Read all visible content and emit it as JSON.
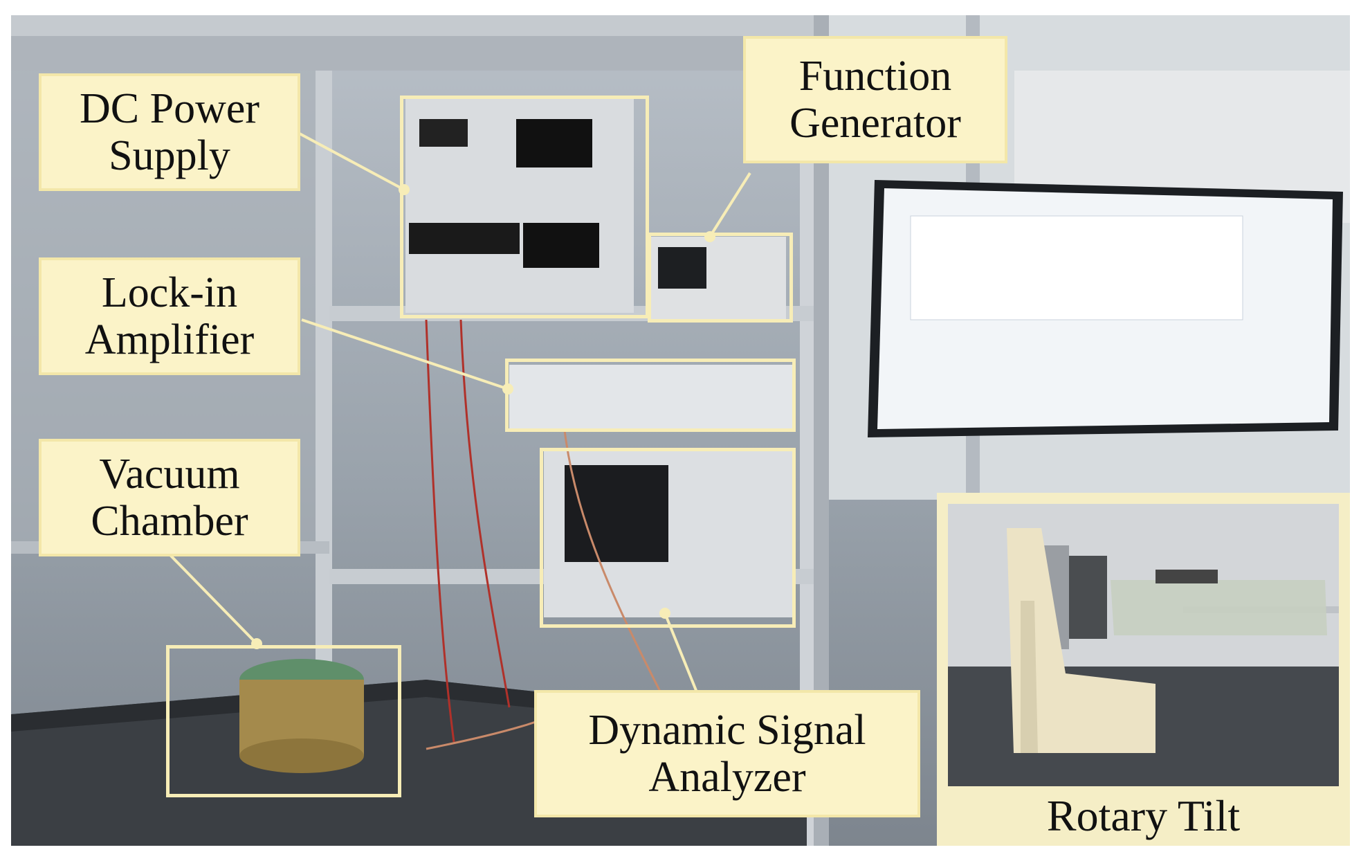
{
  "labels": {
    "dc_power_supply": [
      "DC Power",
      "Supply"
    ],
    "function_generator": [
      "Function",
      "Generator"
    ],
    "lock_in_amplifier": [
      "Lock-in",
      "Amplifier"
    ],
    "vacuum_chamber": [
      "Vacuum",
      "Chamber"
    ],
    "dynamic_signal_analyzer": [
      "Dynamic Signal",
      "Analyzer"
    ],
    "rotary_tilt": "Rotary Tilt"
  },
  "colors": {
    "label_fill": "#fbf3c8",
    "box_stroke": "#f7edb7",
    "text": "#111111"
  }
}
